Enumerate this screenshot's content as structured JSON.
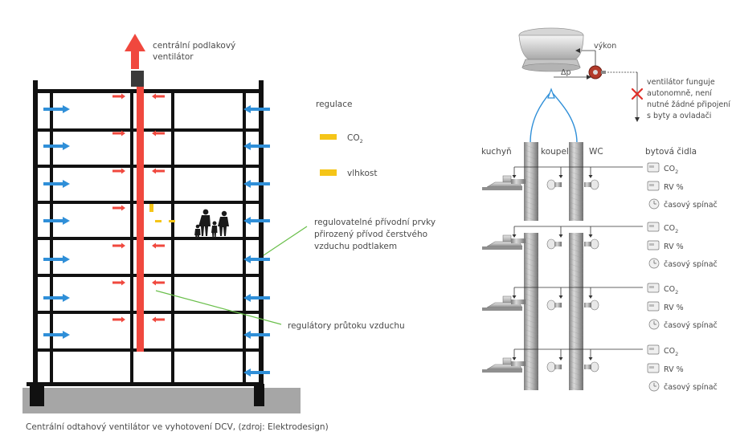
{
  "left_diagram": {
    "fan_label_line1": "centrální podlakový",
    "fan_label_line2": "ventilátor",
    "regulation_title": "regulace",
    "legend_co2_main": "CO",
    "legend_co2_sub": "2",
    "legend_humidity": "vlhkost",
    "inlet_label_line1": "regulovatelné přívodní prvky",
    "inlet_label_line2": "přirozený přívod čerstvého",
    "inlet_label_line3": "vzduchu podtlakem",
    "flow_regulator_label": "regulátory průtoku vzduchu",
    "caption": "Centrální odtahový ventilátor ve vyhotovení DCV, (zdroj: Elektrodesign)"
  },
  "right_diagram": {
    "power_label": "výkon",
    "pressure_label": "Δp",
    "note_line1": "ventilátor funguje",
    "note_line2": "autonomně, není",
    "note_line3": "nutné žádné připojení",
    "note_line4": "s byty a ovladači",
    "col_kitchen": "kuchyň",
    "col_bathroom": "koupelna",
    "col_wc": "WC",
    "col_sensors": "bytová čidla",
    "sensor_co2_main": "CO",
    "sensor_co2_sub": "2",
    "sensor_rh": "RV %",
    "sensor_timer": "časový spínač"
  },
  "colors": {
    "structure": "#111111",
    "exhaust_red": "#f0483e",
    "supply_blue": "#2f8fd8",
    "legend_yellow": "#f5c518",
    "ground_gray": "#a6a6a6",
    "leader_green": "#6abf4b",
    "cross_red": "#e0302a",
    "duct_gray": "#9a9a9a"
  }
}
